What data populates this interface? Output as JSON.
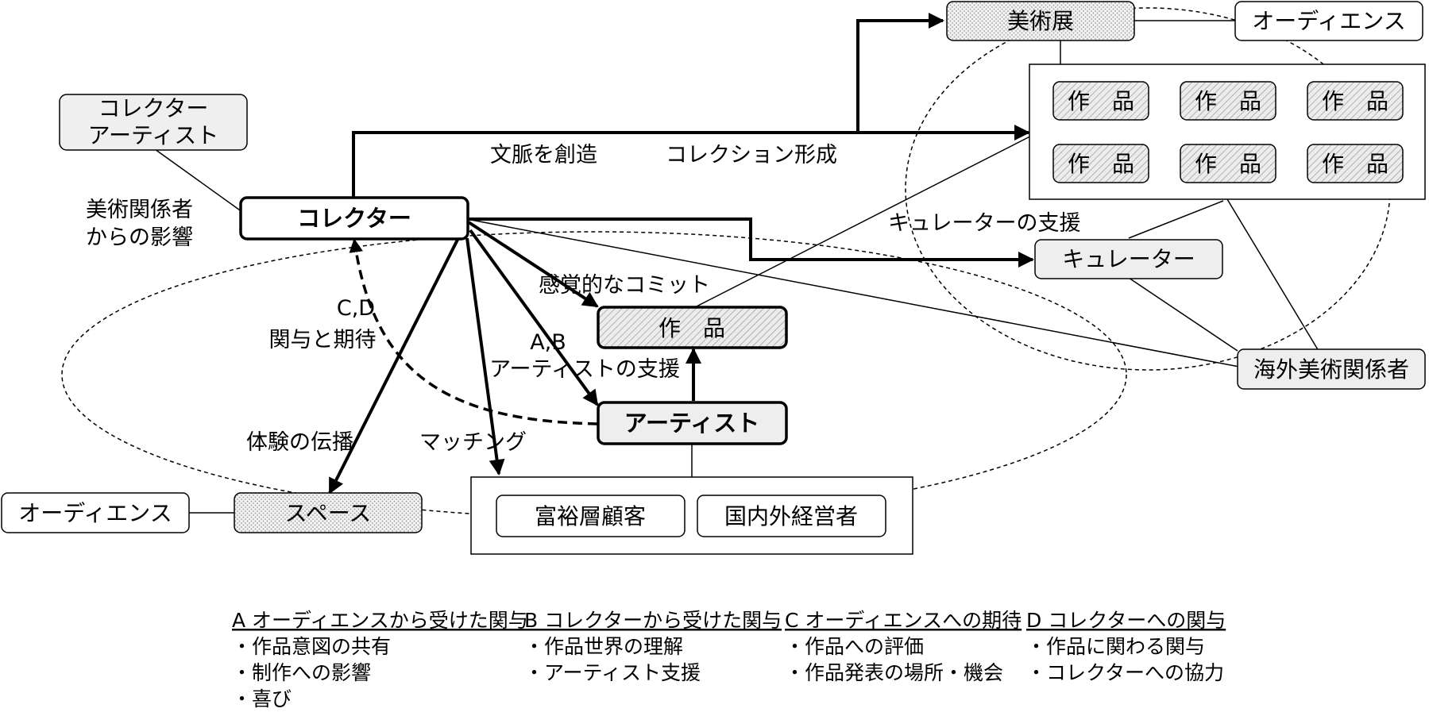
{
  "nodes": {
    "collector": "コレクター",
    "artist": "アーティスト",
    "work_main": "作　品",
    "art_exhibition": "美術展",
    "audience_top": "オーディエンス",
    "collection_works": [
      "作　品",
      "作　品",
      "作　品",
      "作　品",
      "作　品",
      "作　品"
    ],
    "curator": "キュレーター",
    "overseas_art_people": "海外美術関係者",
    "collector_artist_note": [
      "コレクター",
      "アーティスト"
    ],
    "audience_left": "オーディエンス",
    "space": "スペース",
    "wealthy_clients": "富裕層顧客",
    "executives": "国内外経営者"
  },
  "labels": {
    "art_influence": [
      "美術関係者",
      "からの影響"
    ],
    "create_context": "文脈を創造",
    "form_collection": "コレクション形成",
    "curator_support": "キュレーターの支援",
    "sensory_commit": "感覚的なコミット",
    "cd_involvement": [
      "C,D",
      "関与と期待"
    ],
    "ab_artist_support": [
      "A,B",
      "アーティストの支援"
    ],
    "experience_spread": "体験の伝播",
    "matching": "マッチング"
  },
  "legend": [
    {
      "title": "A オーディエンスから受けた関与",
      "items": [
        "・作品意図の共有",
        "・制作への影響",
        "・喜び"
      ]
    },
    {
      "title": "B コレクターから受けた関与",
      "items": [
        "・作品世界の理解",
        "・アーティスト支援"
      ]
    },
    {
      "title": "C オーディエンスへの期待",
      "items": [
        "・作品への評価",
        "・作品発表の場所・機会"
      ]
    },
    {
      "title": "D コレクターへの関与",
      "items": [
        "・作品に関わる関与",
        "・コレクターへの協力"
      ]
    }
  ]
}
